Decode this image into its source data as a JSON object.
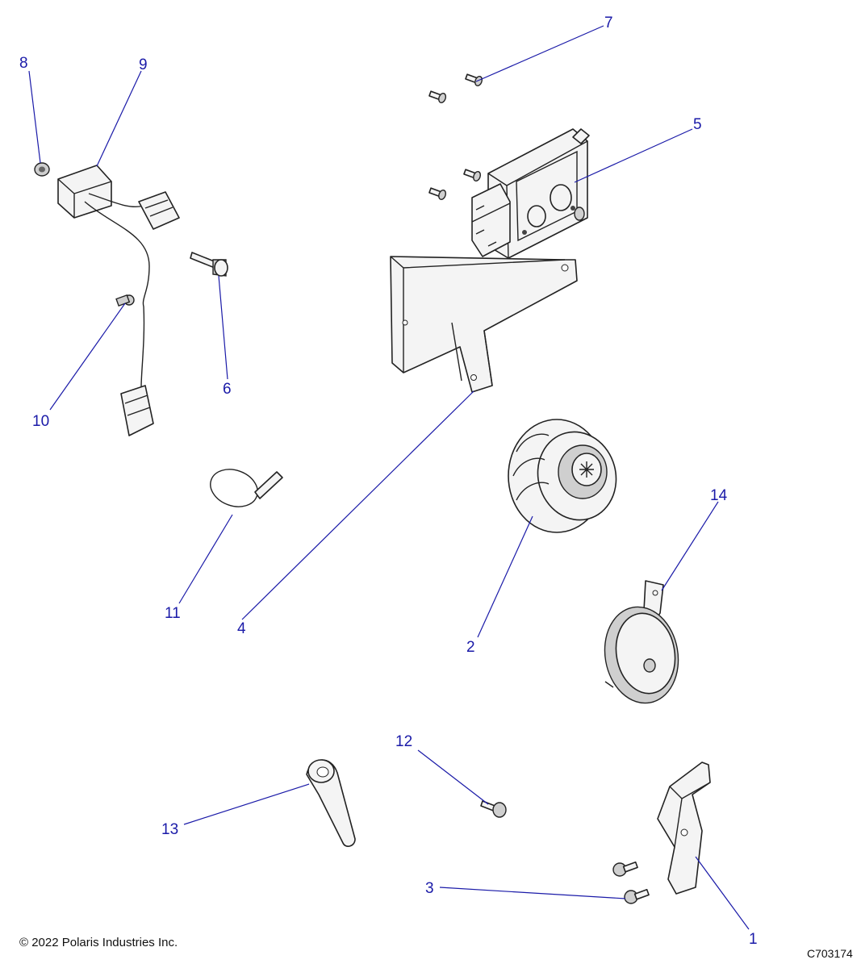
{
  "footer": {
    "copyright": "© 2022 Polaris Industries Inc.",
    "figure_id": "C703174"
  },
  "callouts": {
    "c1": "1",
    "c2": "2",
    "c3": "3",
    "c4": "4",
    "c5": "5",
    "c6": "6",
    "c7": "7",
    "c8": "8",
    "c9": "9",
    "c10": "10",
    "c11": "11",
    "c12": "12",
    "c13": "13",
    "c14": "14"
  },
  "colors": {
    "callout": "#1a1aa8",
    "line_art": "#222222"
  }
}
